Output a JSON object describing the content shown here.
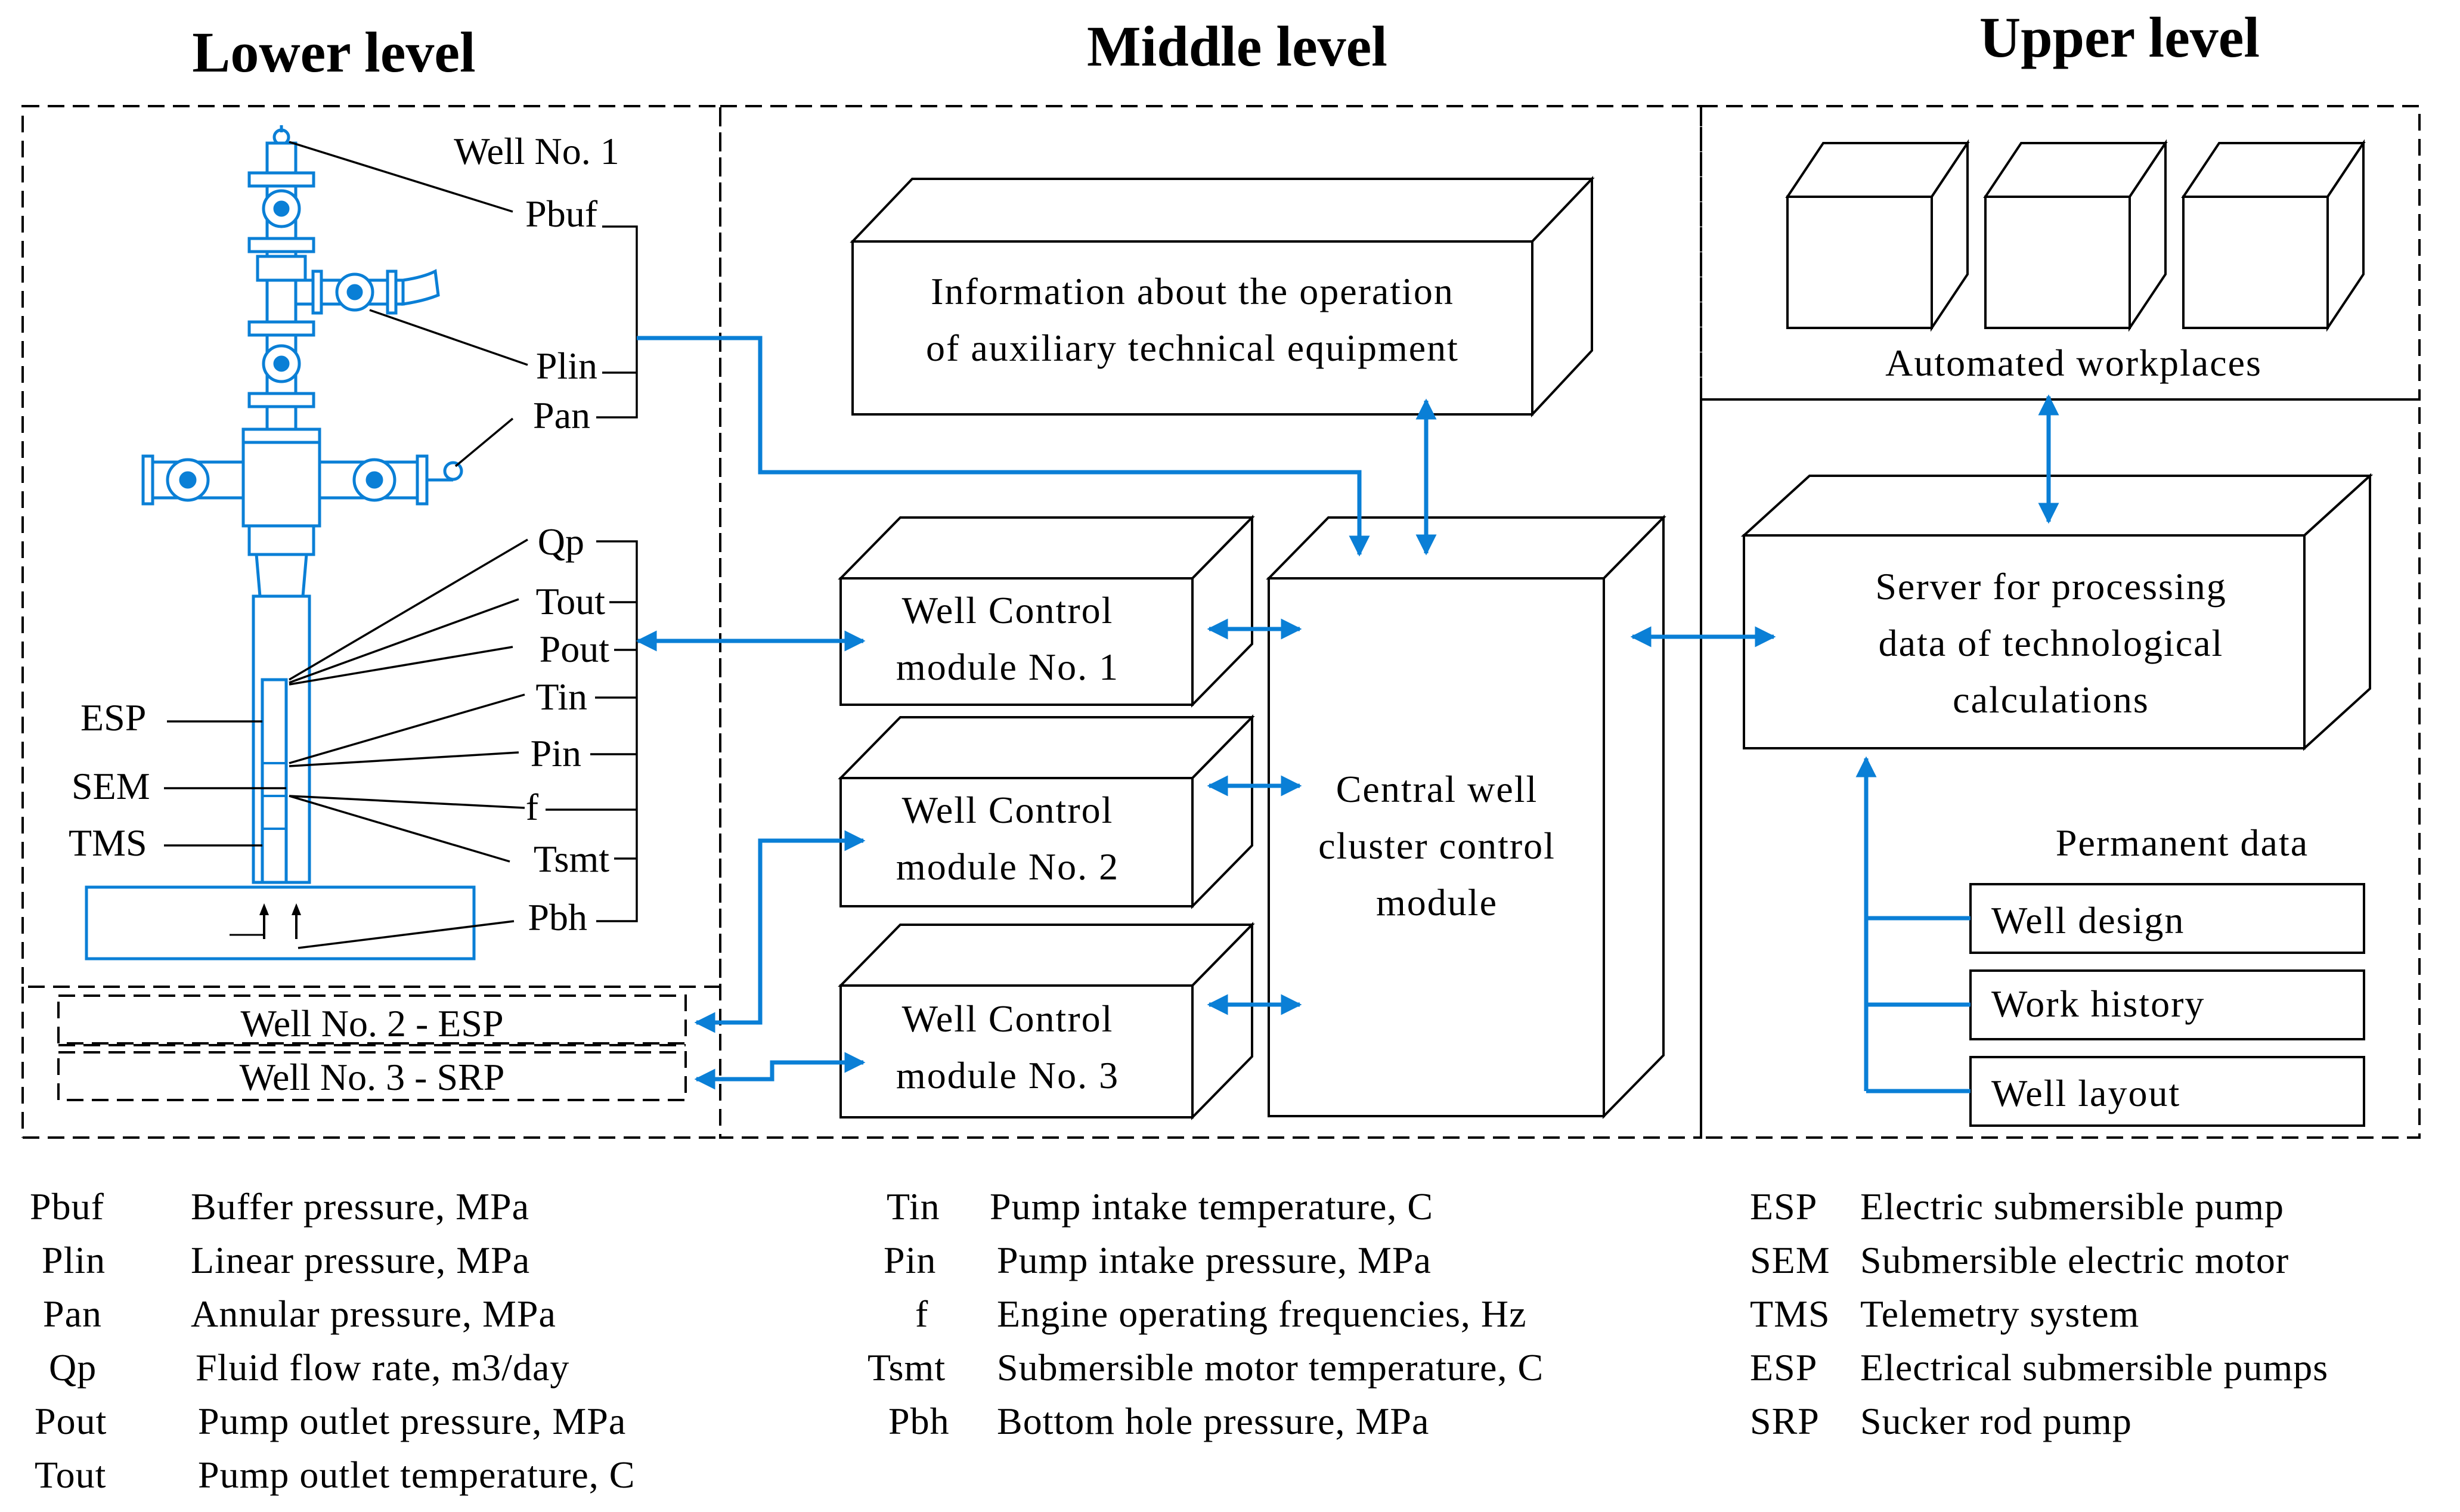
{
  "levels": {
    "lower": "Lower level",
    "middle": "Middle level",
    "upper": "Upper level"
  },
  "well1": {
    "title": "Well No. 1",
    "top_params": [
      "Pbuf",
      "Plin",
      "Pan"
    ],
    "down_params": [
      "Qp",
      "Tout",
      "Pout",
      "Tin",
      "Pin",
      "f",
      "Tsmt",
      "Pbh"
    ],
    "equipment": [
      "ESP",
      "SEM",
      "TMS"
    ]
  },
  "other_wells": [
    "Well No. 2 - ESP",
    "Well No. 3 - SRP"
  ],
  "middle": {
    "aux_info": [
      "Information about the operation",
      "of auxiliary technical equipment"
    ],
    "modules": [
      [
        "Well Control",
        "module No. 1"
      ],
      [
        "Well Control",
        "module No. 2"
      ],
      [
        "Well Control",
        "module No. 3"
      ]
    ],
    "central": [
      "Central well",
      "cluster control",
      "module"
    ]
  },
  "upper": {
    "workplaces": "Automated workplaces",
    "server": [
      "Server for processing",
      "data of technological",
      "calculations"
    ],
    "permanent_title": "Permanent data",
    "permanent_items": [
      "Well design",
      "Work history",
      "Well layout"
    ]
  },
  "legend": {
    "col1": [
      {
        "abbr": "Pbuf",
        "desc": "Buffer pressure, MPa"
      },
      {
        "abbr": "Plin",
        "desc": "Linear pressure, MPa"
      },
      {
        "abbr": "Pan",
        "desc": "Annular pressure, MPa"
      },
      {
        "abbr": "Qp",
        "desc": "Fluid flow rate, m3/day"
      },
      {
        "abbr": "Pout",
        "desc": "Pump outlet pressure, MPa"
      },
      {
        "abbr": "Tout",
        "desc": "Pump outlet temperature, C"
      }
    ],
    "col2": [
      {
        "abbr": "Tin",
        "desc": "Pump intake temperature, C"
      },
      {
        "abbr": "Pin",
        "desc": "Pump intake pressure, MPa"
      },
      {
        "abbr": "f",
        "desc": "Engine operating frequencies, Hz"
      },
      {
        "abbr": "Tsmt",
        "desc": "Submersible motor temperature, C"
      },
      {
        "abbr": "Pbh",
        "desc": "Bottom hole pressure, MPa"
      }
    ],
    "col3": [
      {
        "abbr": "ESP",
        "desc": "Electric submersible pump"
      },
      {
        "abbr": "SEM",
        "desc": "Submersible electric motor"
      },
      {
        "abbr": "TMS",
        "desc": "Telemetry system"
      },
      {
        "abbr": "ESP",
        "desc": "Electrical submersible pumps"
      },
      {
        "abbr": "SRP",
        "desc": "Sucker rod pump"
      }
    ]
  },
  "colors": {
    "line_blue": "#0a7fd6",
    "ink": "#000000"
  }
}
